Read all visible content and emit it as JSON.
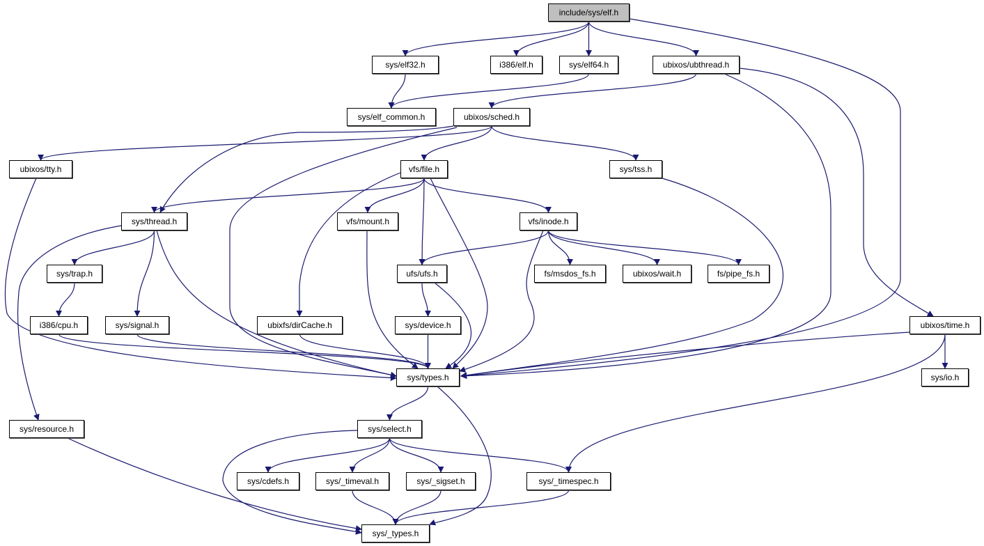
{
  "colors": {
    "edge": "#191970",
    "root_fill": "#bfbfbf",
    "node_fill": "#ffffff"
  },
  "nodes": [
    {
      "id": "elf",
      "label": "include/sys/elf.h",
      "root": true
    },
    {
      "id": "elf32",
      "label": "sys/elf32.h"
    },
    {
      "id": "i386elf",
      "label": "i386/elf.h"
    },
    {
      "id": "elf64",
      "label": "sys/elf64.h"
    },
    {
      "id": "ubthread",
      "label": "ubixos/ubthread.h"
    },
    {
      "id": "elfcommon",
      "label": "sys/elf_common.h"
    },
    {
      "id": "sched",
      "label": "ubixos/sched.h"
    },
    {
      "id": "tty",
      "label": "ubixos/tty.h"
    },
    {
      "id": "file",
      "label": "vfs/file.h"
    },
    {
      "id": "tss",
      "label": "sys/tss.h"
    },
    {
      "id": "thread",
      "label": "sys/thread.h"
    },
    {
      "id": "mount",
      "label": "vfs/mount.h"
    },
    {
      "id": "inode",
      "label": "vfs/inode.h"
    },
    {
      "id": "trap",
      "label": "sys/trap.h"
    },
    {
      "id": "ufs",
      "label": "ufs/ufs.h"
    },
    {
      "id": "msdos",
      "label": "fs/msdos_fs.h"
    },
    {
      "id": "wait",
      "label": "ubixos/wait.h"
    },
    {
      "id": "pipe",
      "label": "fs/pipe_fs.h"
    },
    {
      "id": "cpu",
      "label": "i386/cpu.h"
    },
    {
      "id": "signal",
      "label": "sys/signal.h"
    },
    {
      "id": "dircache",
      "label": "ubixfs/dirCache.h"
    },
    {
      "id": "device",
      "label": "sys/device.h"
    },
    {
      "id": "time",
      "label": "ubixos/time.h"
    },
    {
      "id": "types",
      "label": "sys/types.h"
    },
    {
      "id": "io",
      "label": "sys/io.h"
    },
    {
      "id": "resource",
      "label": "sys/resource.h"
    },
    {
      "id": "select",
      "label": "sys/select.h"
    },
    {
      "id": "cdefs",
      "label": "sys/cdefs.h"
    },
    {
      "id": "timeval",
      "label": "sys/_timeval.h"
    },
    {
      "id": "sigset",
      "label": "sys/_sigset.h"
    },
    {
      "id": "timespec",
      "label": "sys/_timespec.h"
    },
    {
      "id": "_types",
      "label": "sys/_types.h"
    }
  ],
  "edges": [
    [
      "elf",
      "elf32"
    ],
    [
      "elf",
      "i386elf"
    ],
    [
      "elf",
      "elf64"
    ],
    [
      "elf",
      "ubthread"
    ],
    [
      "elf",
      "types"
    ],
    [
      "elf32",
      "elfcommon"
    ],
    [
      "elf64",
      "elfcommon"
    ],
    [
      "ubthread",
      "sched"
    ],
    [
      "ubthread",
      "types"
    ],
    [
      "ubthread",
      "time"
    ],
    [
      "sched",
      "tty"
    ],
    [
      "sched",
      "thread"
    ],
    [
      "sched",
      "file"
    ],
    [
      "sched",
      "tss"
    ],
    [
      "sched",
      "types"
    ],
    [
      "tty",
      "types"
    ],
    [
      "file",
      "thread"
    ],
    [
      "file",
      "dircache"
    ],
    [
      "file",
      "mount"
    ],
    [
      "file",
      "ufs"
    ],
    [
      "file",
      "inode"
    ],
    [
      "file",
      "types"
    ],
    [
      "tss",
      "types"
    ],
    [
      "thread",
      "resource"
    ],
    [
      "thread",
      "trap"
    ],
    [
      "thread",
      "signal"
    ],
    [
      "thread",
      "types"
    ],
    [
      "mount",
      "types"
    ],
    [
      "inode",
      "ufs"
    ],
    [
      "inode",
      "msdos"
    ],
    [
      "inode",
      "wait"
    ],
    [
      "inode",
      "pipe"
    ],
    [
      "inode",
      "types"
    ],
    [
      "trap",
      "cpu"
    ],
    [
      "ufs",
      "device"
    ],
    [
      "ufs",
      "types"
    ],
    [
      "cpu",
      "types"
    ],
    [
      "signal",
      "types"
    ],
    [
      "dircache",
      "types"
    ],
    [
      "device",
      "types"
    ],
    [
      "time",
      "types"
    ],
    [
      "time",
      "io"
    ],
    [
      "time",
      "timespec"
    ],
    [
      "types",
      "select"
    ],
    [
      "types",
      "_types"
    ],
    [
      "resource",
      "_types"
    ],
    [
      "select",
      "cdefs"
    ],
    [
      "select",
      "timeval"
    ],
    [
      "select",
      "sigset"
    ],
    [
      "select",
      "timespec"
    ],
    [
      "select",
      "_types"
    ],
    [
      "timeval",
      "_types"
    ],
    [
      "sigset",
      "_types"
    ],
    [
      "timespec",
      "_types"
    ]
  ]
}
